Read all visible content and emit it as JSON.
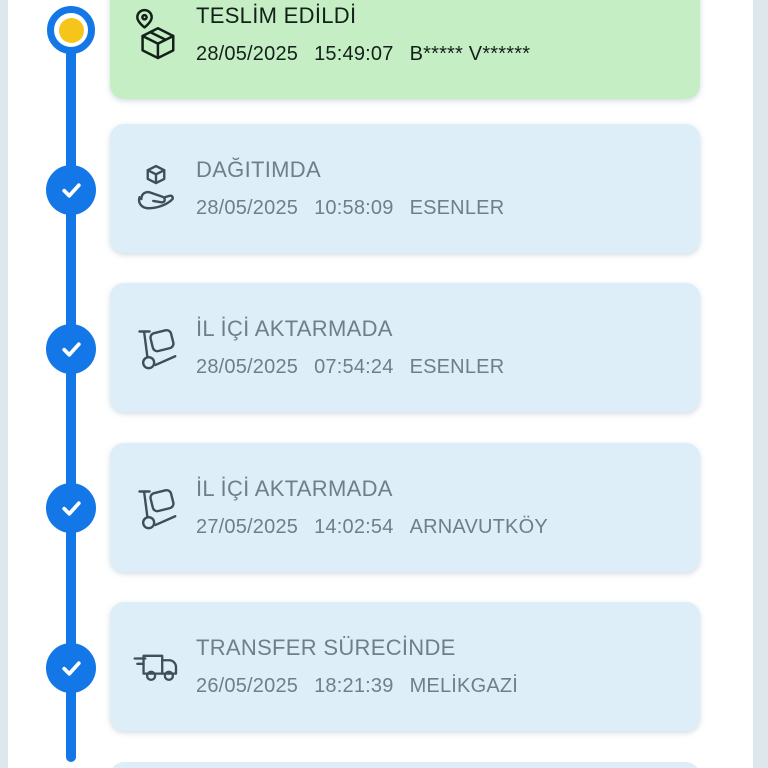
{
  "colors": {
    "primary_blue": "#1377e8",
    "marker_yellow": "#f6c51a",
    "card_blue_bg": "#ddeef8",
    "card_green_bg": "#c6eec5",
    "muted_text": "#6f7e8b",
    "icon_ink": "#3f4e5a",
    "dark_text": "#132119",
    "page_edge": "#dde7ec",
    "surface": "#ffffff",
    "check_white": "#ffffff"
  },
  "timeline": {
    "events": [
      {
        "status": "TESLİM EDİLDİ",
        "date": "28/05/2025",
        "time": "15:49:07",
        "location": "B***** V******",
        "icon": "package-pin-icon",
        "state": "delivered"
      },
      {
        "status": "DAĞITIMDA",
        "date": "28/05/2025",
        "time": "10:58:09",
        "location": "ESENLER",
        "icon": "hand-box-icon",
        "state": "completed"
      },
      {
        "status": "İL İÇİ AKTARMADA",
        "date": "28/05/2025",
        "time": "07:54:24",
        "location": "ESENLER",
        "icon": "dolly-icon",
        "state": "completed"
      },
      {
        "status": "İL İÇİ AKTARMADA",
        "date": "27/05/2025",
        "time": "14:02:54",
        "location": "ARNAVUTKÖY",
        "icon": "dolly-icon",
        "state": "completed"
      },
      {
        "status": "TRANSFER SÜRECİNDE",
        "date": "26/05/2025",
        "time": "18:21:39",
        "location": "MELİKGAZİ",
        "icon": "truck-icon",
        "state": "completed"
      }
    ],
    "next_card_partially_visible": true
  }
}
